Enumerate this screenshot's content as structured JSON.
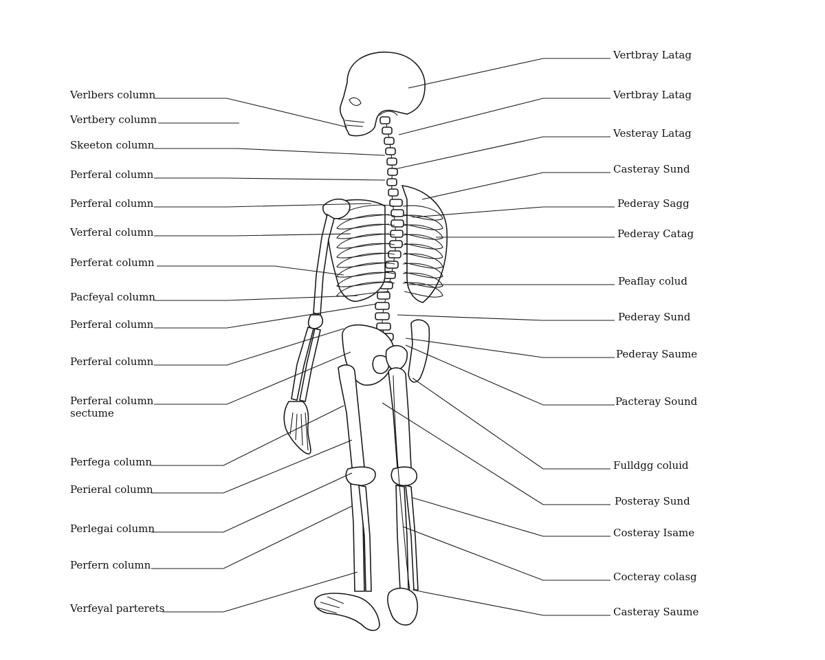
{
  "left_labels": [
    {
      "text": "Verlbers column"
    },
    {
      "text": "Vertbery column"
    },
    {
      "text": "Skeeton column"
    },
    {
      "text": "Perferal column"
    },
    {
      "text": "Perferal column"
    },
    {
      "text": "Verferal column"
    },
    {
      "text": "Perferat column"
    },
    {
      "text": "Pacfeyal column"
    },
    {
      "text": "Perferal column"
    },
    {
      "text": "Perferal column"
    },
    {
      "text": "Perferal column",
      "sub": "sectume"
    },
    {
      "text": "Perfega column"
    },
    {
      "text": "Perieral column"
    },
    {
      "text": "Perlegai column"
    },
    {
      "text": "Perfern column"
    },
    {
      "text": "Verfeyal parterets"
    }
  ],
  "right_labels": [
    {
      "text": "Vertbray Latag"
    },
    {
      "text": "Vertbray Latag"
    },
    {
      "text": "Vesteray Latag"
    },
    {
      "text": "Casteray Sund"
    },
    {
      "text": "Pederay Sagg"
    },
    {
      "text": "Pederay Catag"
    },
    {
      "text": "Peaflay colud"
    },
    {
      "text": "Pederay Sund"
    },
    {
      "text": "Pederay Saume"
    },
    {
      "text": "Pacteray Sound"
    },
    {
      "text": "Fulldgg coluid"
    },
    {
      "text": "Posteray Sund"
    },
    {
      "text": "Costeray Isame"
    },
    {
      "text": "Cocteray colasg"
    },
    {
      "text": "Casteray Saume"
    }
  ]
}
